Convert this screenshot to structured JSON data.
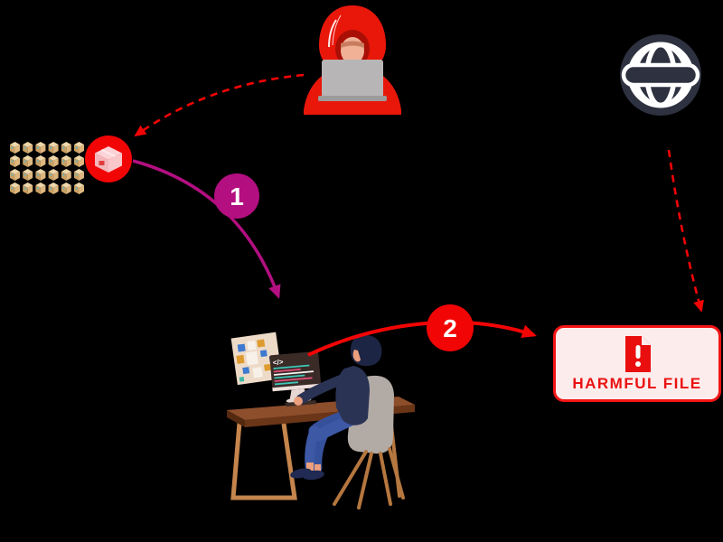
{
  "steps": [
    {
      "label": "1",
      "color": "#b30f81"
    },
    {
      "label": "2",
      "color": "#f20505"
    }
  ],
  "harmful_file": {
    "label": "HARMFUL FILE",
    "text_color": "#ea1111",
    "border_color": "#f41414",
    "background": "#fdecec"
  },
  "workstation": {
    "screen_glyph": "</>"
  },
  "colors": {
    "background": "#000000",
    "attack_red": "#f20505",
    "hacker_red": "#e8170a",
    "magenta": "#b30f81",
    "globe_dark": "#2e3140",
    "package_tan": "#deb77f",
    "compromised_box_pink": "#f9c6ca"
  }
}
